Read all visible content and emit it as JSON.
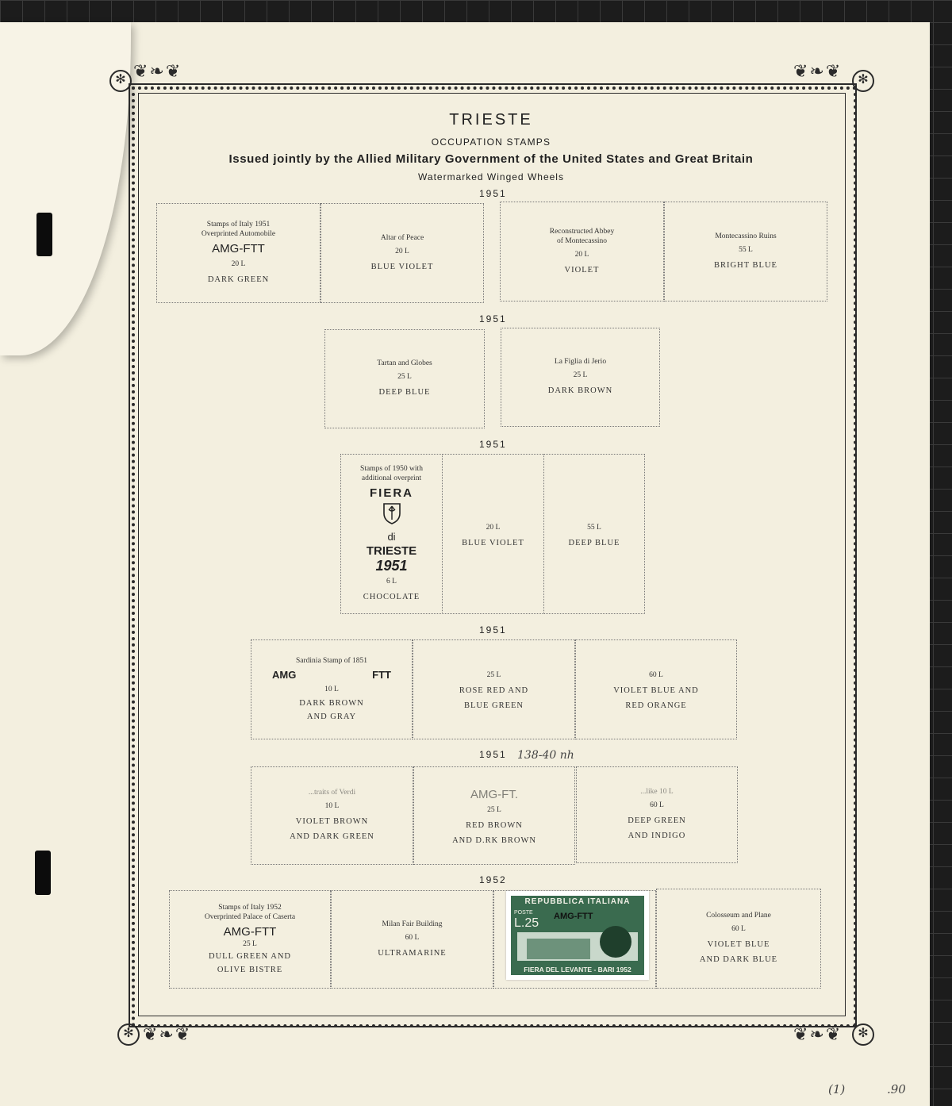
{
  "header": {
    "title": "TRIESTE",
    "subtitle": "OCCUPATION STAMPS",
    "issued": "Issued jointly by the Allied Military Government of the United States and Great Britain",
    "watermark": "Watermarked Winged Wheels"
  },
  "rows": [
    {
      "year": "1951",
      "boxes": [
        {
          "desc": [
            "Stamps of Italy 1951",
            "Overprinted Automobile"
          ],
          "overprint": "AMG-FTT",
          "value": "20 L",
          "color": [
            "DARK GREEN"
          ]
        },
        {
          "desc": [
            "Altar of Peace"
          ],
          "value": "20 L",
          "color": [
            "BLUE VIOLET"
          ]
        },
        {
          "desc": [
            "Reconstructed Abbey",
            "of Montecassino"
          ],
          "value": "20 L",
          "color": [
            "VIOLET"
          ]
        },
        {
          "desc": [
            "Montecassino Ruins"
          ],
          "value": "55 L",
          "color": [
            "BRIGHT BLUE"
          ]
        }
      ]
    },
    {
      "year": "1951",
      "boxes": [
        {
          "desc": [
            "Tartan and Globes"
          ],
          "value": "25 L",
          "color": [
            "DEEP BLUE"
          ]
        },
        {
          "desc": [
            "La Figlia di Jerio"
          ],
          "value": "25 L",
          "color": [
            "DARK BROWN"
          ]
        }
      ]
    },
    {
      "year": "1951",
      "boxes": [
        {
          "desc": [
            "Stamps of 1950 with",
            "additional overprint"
          ],
          "fiera": [
            "FIERA",
            "di",
            "TRIESTE",
            "1951"
          ],
          "value": "6 L",
          "color": [
            "CHOCOLATE"
          ]
        },
        {
          "value": "20 L",
          "color": [
            "BLUE VIOLET"
          ]
        },
        {
          "value": "55 L",
          "color": [
            "DEEP BLUE"
          ]
        }
      ]
    },
    {
      "year": "1951",
      "boxes": [
        {
          "desc": [
            "Sardinia Stamp of 1851"
          ],
          "overprint_split": [
            "AMG",
            "FTT"
          ],
          "value": "10 L",
          "color": [
            "DARK BROWN",
            "AND GRAY"
          ]
        },
        {
          "value": "25 L",
          "color": [
            "ROSE RED AND",
            "BLUE GREEN"
          ]
        },
        {
          "value": "60 L",
          "color": [
            "VIOLET BLUE AND",
            "RED ORANGE"
          ]
        }
      ]
    },
    {
      "year": "1951",
      "note": "138-40 nh",
      "boxes": [
        {
          "desc": [
            "...traits of Verdi"
          ],
          "value": "10 L",
          "color": [
            "VIOLET BROWN",
            "AND DARK GREEN"
          ]
        },
        {
          "overprint": "AMG-FT.",
          "value": "25 L",
          "color": [
            "RED BROWN",
            "AND D.RK BROWN"
          ]
        },
        {
          "desc": [
            "...like 10 L"
          ],
          "value": "60 L",
          "color": [
            "DEEP GREEN",
            "AND INDIGO"
          ]
        }
      ]
    },
    {
      "year": "1952",
      "boxes": [
        {
          "desc": [
            "Stamps of Italy 1952",
            "Overprinted Palace of Caserta"
          ],
          "overprint": "AMG-FTT",
          "value": "25 L",
          "color": [
            "DULL GREEN AND",
            "OLIVE BISTRE"
          ]
        },
        {
          "desc": [
            "Milan Fair Building"
          ],
          "value": "60 L",
          "color": [
            "ULTRAMARINE"
          ]
        },
        {
          "stamp": true
        },
        {
          "desc": [
            "Colosseum and Plane"
          ],
          "value": "60 L",
          "color": [
            "VIOLET BLUE",
            "AND DARK BLUE"
          ]
        }
      ]
    }
  ],
  "stamp": {
    "top": "REPUBBLICA ITALIANA",
    "poste": "POSTE",
    "value": "L.25",
    "overprint": "AMG-FTT",
    "bottom": "FIERA DEL LEVANTE - BARI 1952"
  },
  "handwriting": {
    "page_num": "(1)",
    "price": ".90"
  },
  "colors": {
    "paper": "#f3efdf",
    "ink": "#2b2b2b",
    "stamp_green": "#3a6b4f",
    "background": "#1c1c1c"
  }
}
